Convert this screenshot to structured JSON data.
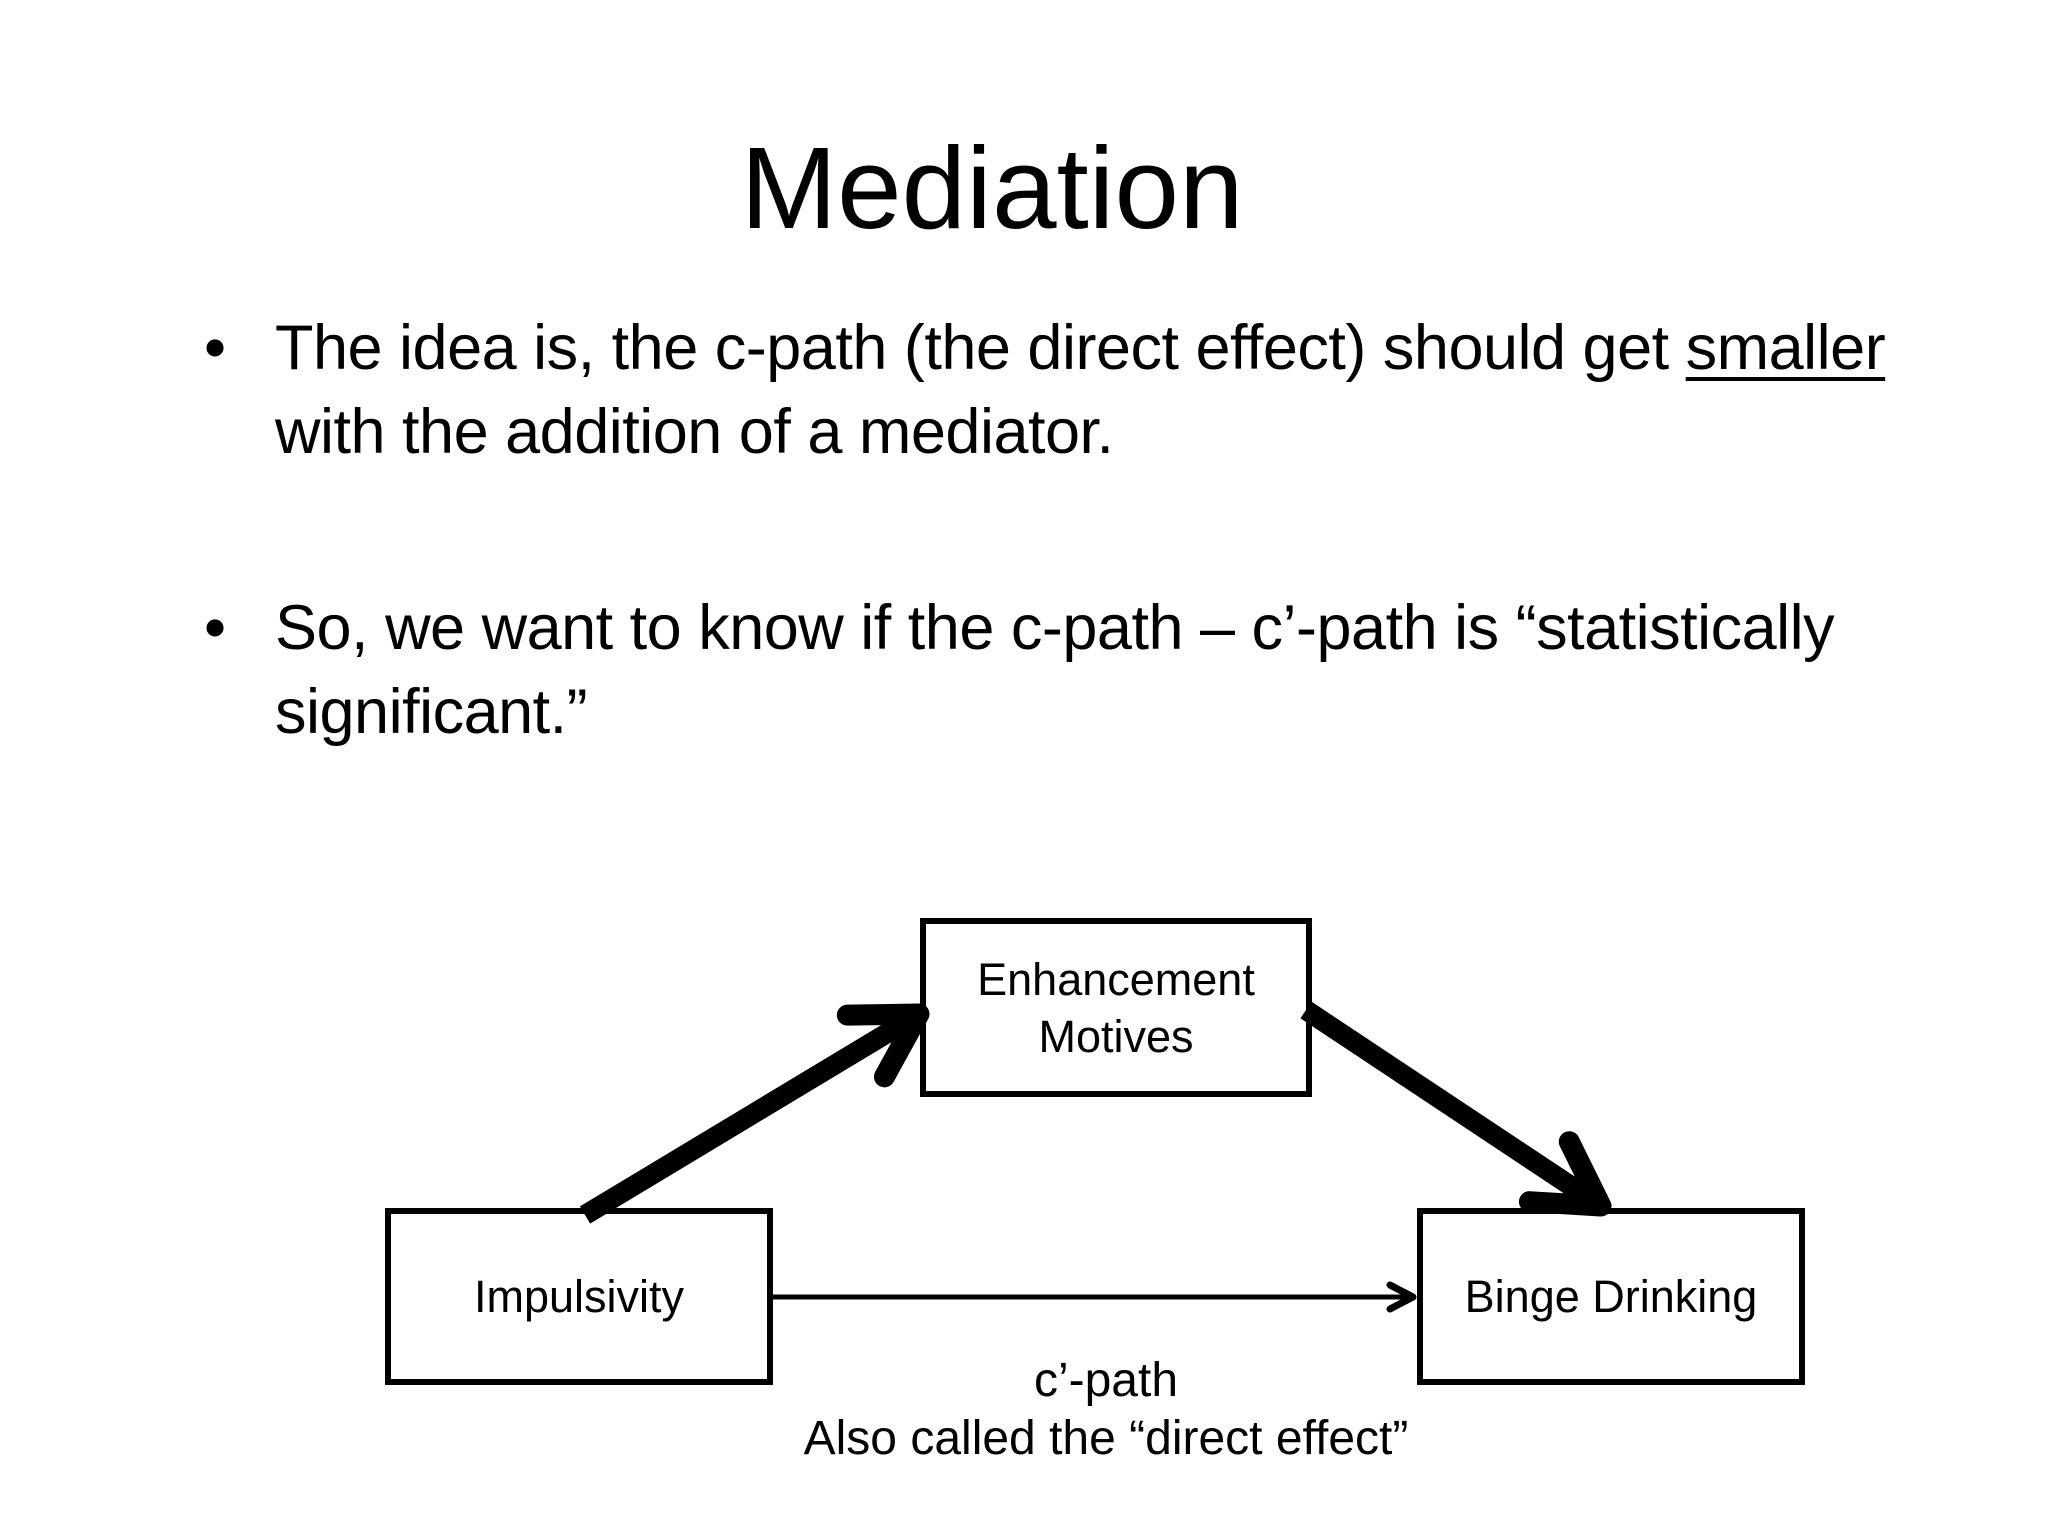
{
  "slide": {
    "title": "Mediation",
    "bullet_marker": "•",
    "bullets": {
      "first": {
        "line1_pre": "The idea is, the c-path (the direct effect) should get ",
        "line1_emphasis": "smaller",
        "line2": "with the addition of a mediator."
      },
      "second": {
        "line1": "So, we want to know if the c-path – c’-path is “statistically",
        "line2": "significant.”"
      }
    },
    "diagram": {
      "mediator_box_label": "Enhancement Motives",
      "predictor_box_label": "Impulsivity",
      "outcome_box_label": "Binge Drinking",
      "c_path_label": "c’-path",
      "c_path_sublabel": "Also called the “direct effect”"
    },
    "colors": {
      "background": "#ffffff",
      "text": "#000000",
      "box_border": "#000000",
      "arrow": "#000000"
    }
  }
}
